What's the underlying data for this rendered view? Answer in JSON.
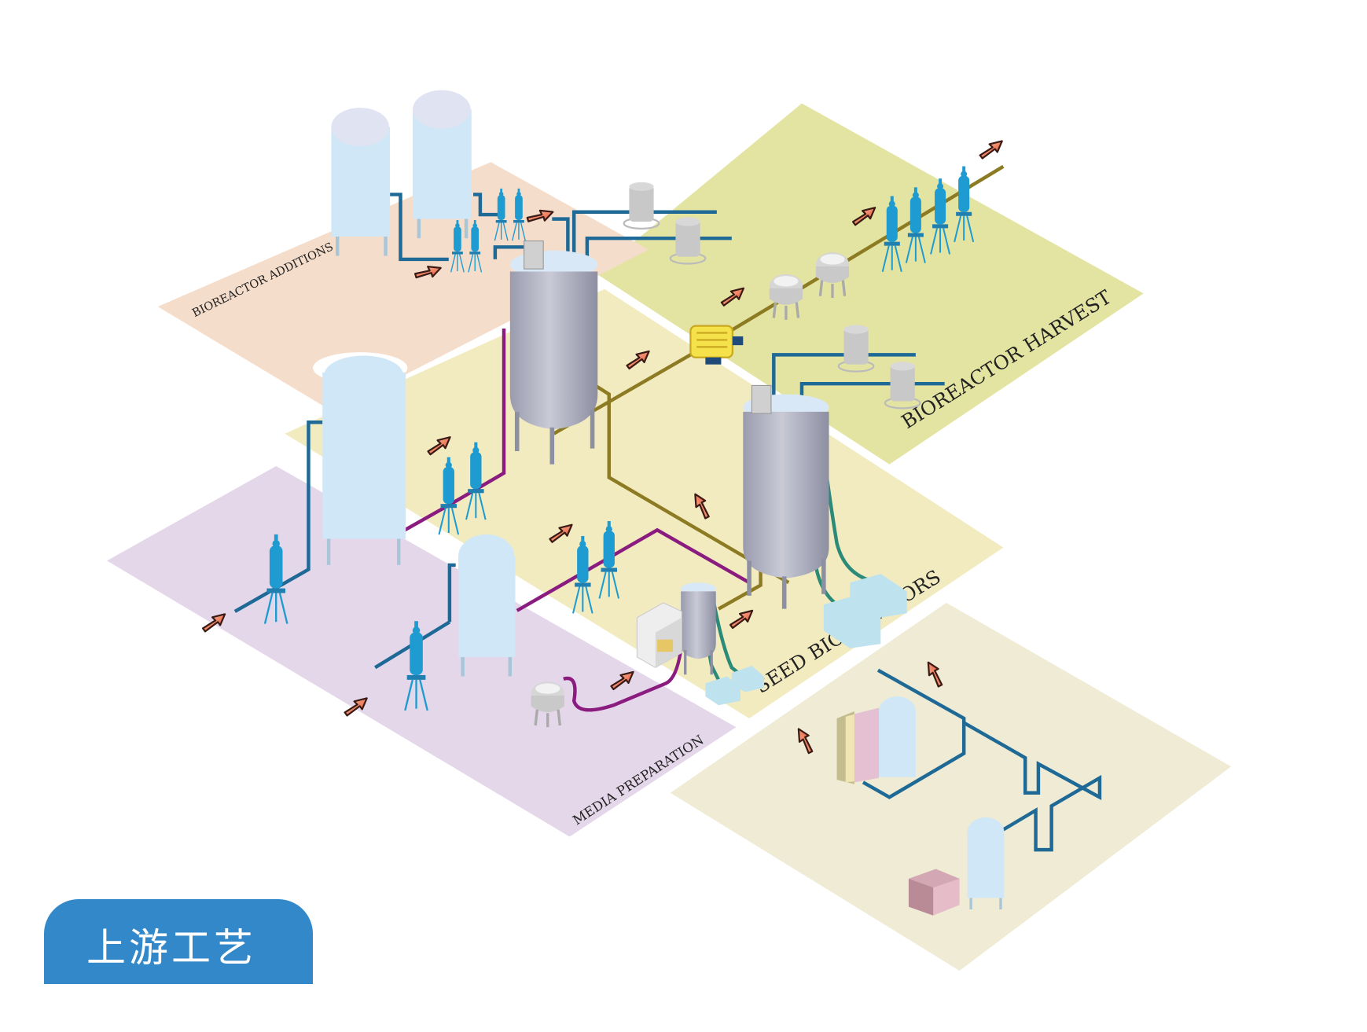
{
  "zones": {
    "additions": {
      "label": "BIOREACTOR ADDITIONS",
      "color": "#f5ddcb"
    },
    "harvest": {
      "label": "BIOREACTOR HARVEST",
      "color": "#e4e4a2"
    },
    "seed": {
      "label": "SEED BIOREACTORS",
      "color": "#f3ebc0"
    },
    "media": {
      "label": "MEDIA PREPARATION",
      "color": "#e5d7ea"
    },
    "utilities": {
      "color": "#efebd4"
    }
  },
  "title_badge": {
    "text": "上游工艺",
    "color": "#3388c9"
  },
  "colors": {
    "pipe_blue": "#1f6996",
    "pipe_purple": "#8a1c80",
    "pipe_olive": "#8c7b22",
    "pipe_teal": "#2b8a78",
    "filter": "#1e9bd0",
    "tank": "#cfe7f7",
    "arrow": "#e8472a"
  }
}
